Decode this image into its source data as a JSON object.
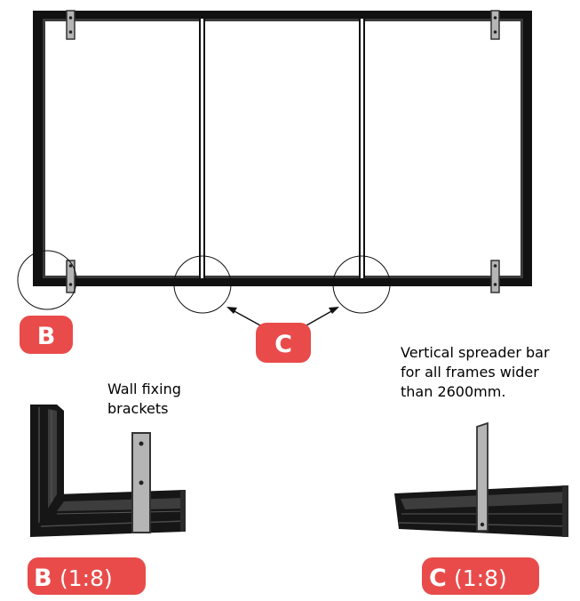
{
  "colors": {
    "frame": "#111111",
    "frame_inner": "#3a3a3a",
    "badge": "#e94b4b",
    "bracket": "#b5b5b5",
    "bracket_edge": "#333333",
    "extrusion_dark": "#161616",
    "extrusion_mid": "#3d3d3d"
  },
  "labels": {
    "badge_b": "B",
    "badge_c": "C",
    "wall_fixing": [
      "Wall fixing",
      "brackets"
    ],
    "spreader_note": [
      "Vertical spreader bar",
      "for all frames wider",
      "than 2600mm."
    ],
    "detail_b_letter": "B",
    "detail_b_scale": "(1:8)",
    "detail_c_letter": "C",
    "detail_c_scale": "(1:8)"
  }
}
